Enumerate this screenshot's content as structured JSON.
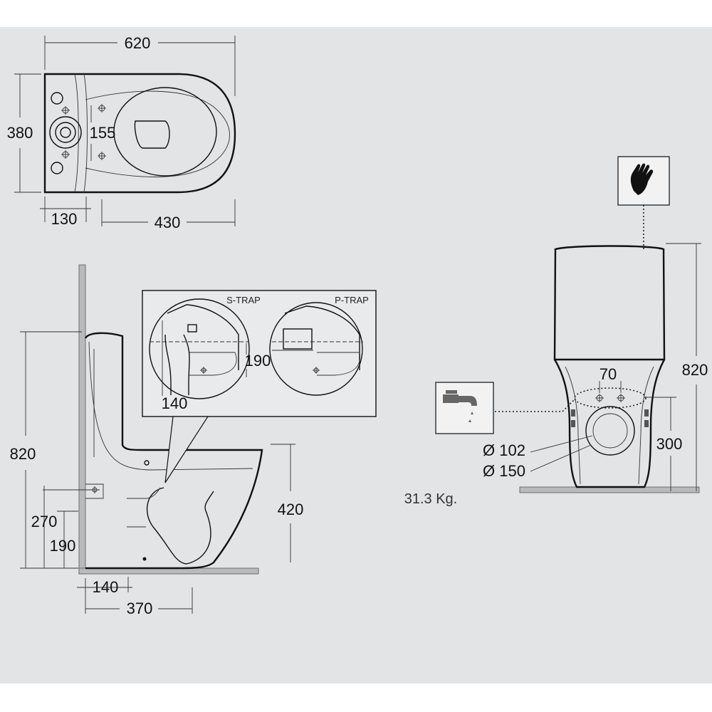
{
  "top_view": {
    "overall_length": "620",
    "overall_width": "380",
    "bolt_spacing": "155",
    "outlet_offset": "130",
    "bowl_length": "430"
  },
  "side_view": {
    "overall_height": "820",
    "inlet_height": "270",
    "outlet_height": "190",
    "seat_height": "420",
    "outlet_distance": "140",
    "base_depth": "370"
  },
  "trap_detail": {
    "s_trap_label": "S-TRAP",
    "p_trap_label": "P-TRAP",
    "p_trap_height": "190",
    "s_trap_distance": "140"
  },
  "front_view": {
    "overall_height": "820",
    "fixing_spacing": "70",
    "inlet_height": "300",
    "inner_diameter": "Ø 102",
    "outer_diameter": "Ø 150"
  },
  "weight": "31.3 Kg."
}
